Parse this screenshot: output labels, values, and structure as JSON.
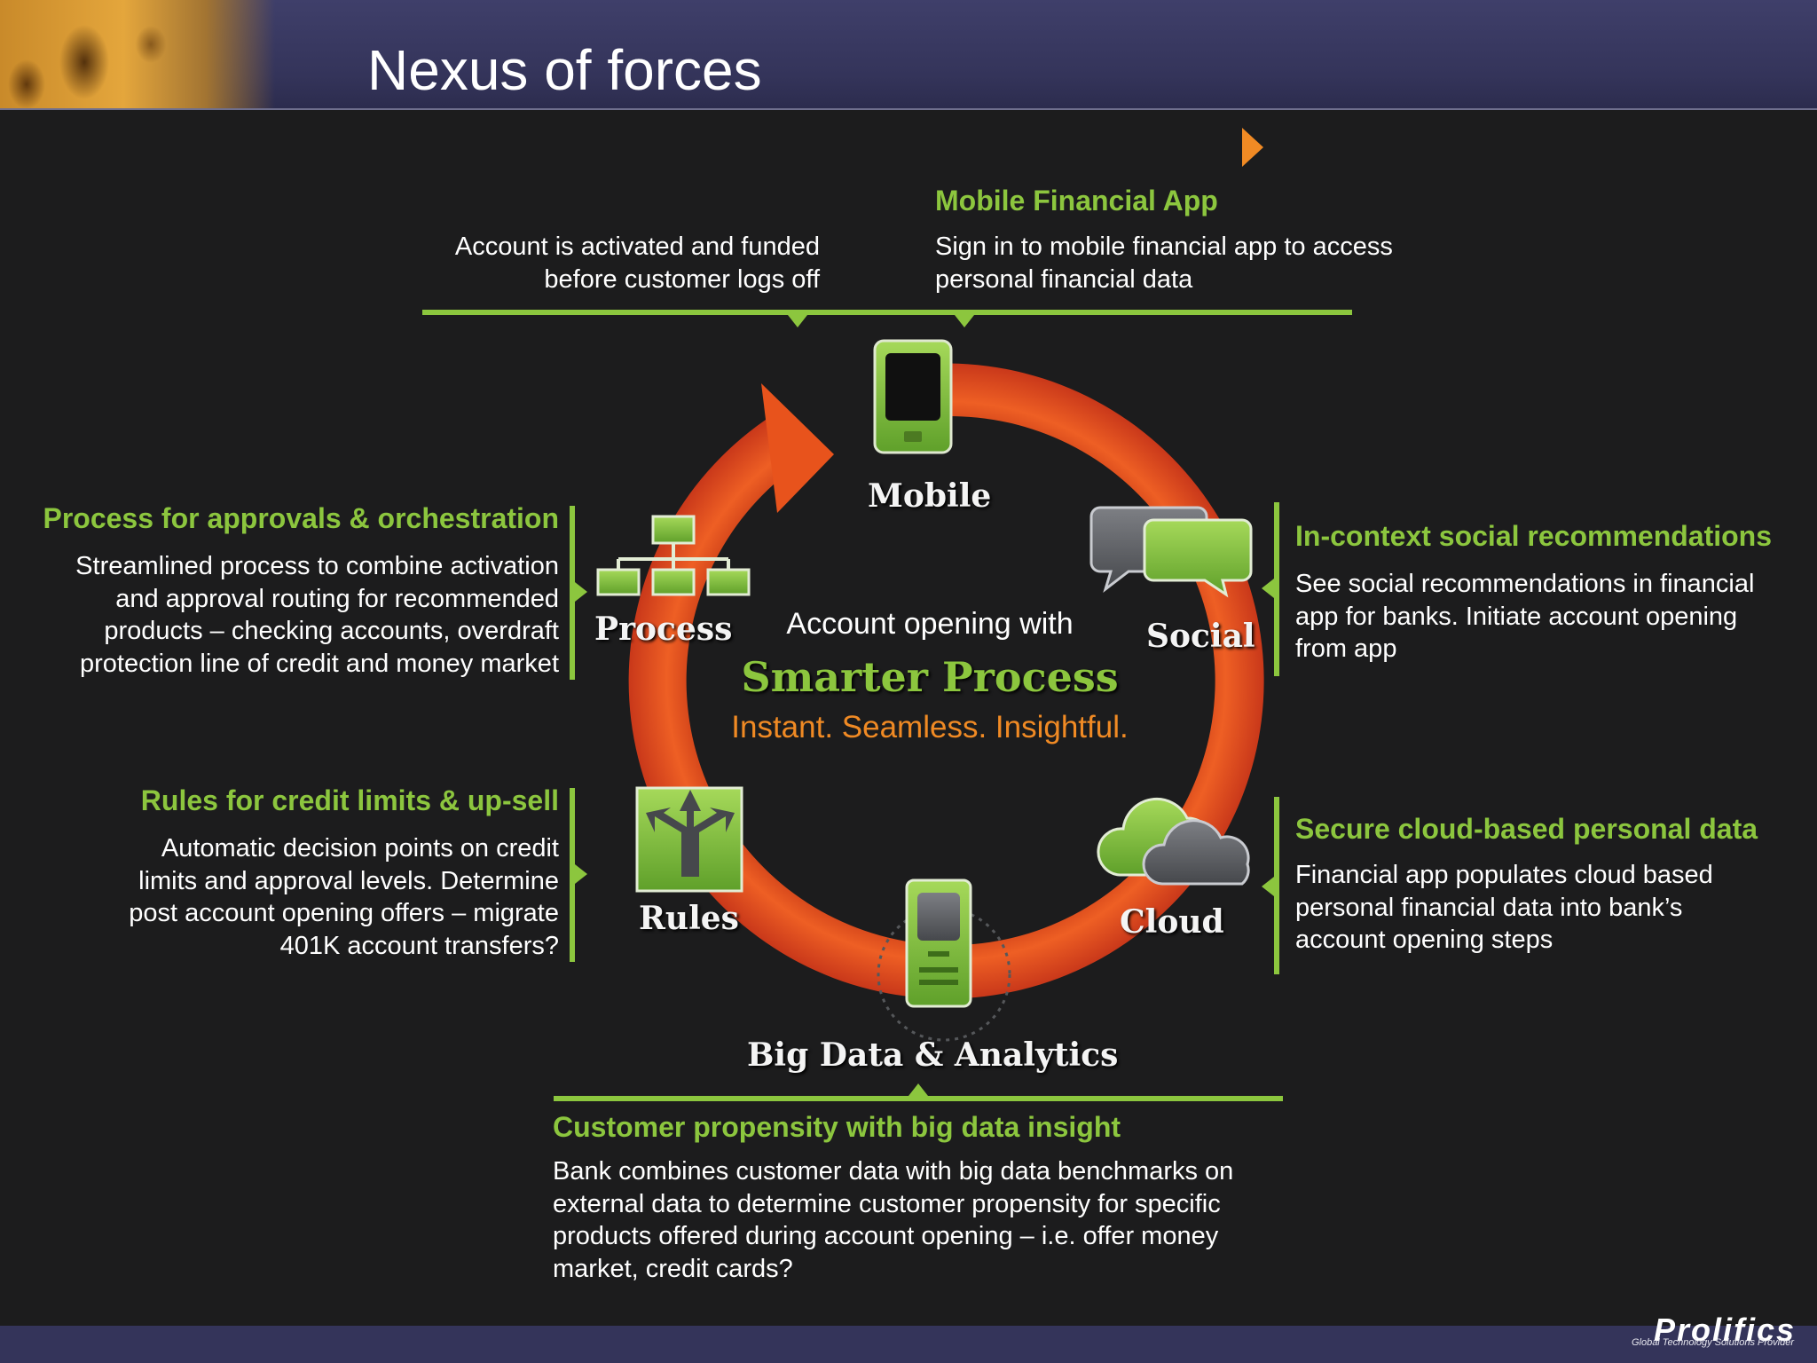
{
  "title": "Nexus of forces",
  "footer": {
    "logo": "Prolifics",
    "tagline": "Global Technology Solutions Provider"
  },
  "colors": {
    "accent_green": "#8cc63e",
    "ring_orange": "#e8531c",
    "header": "#3f3f6a",
    "background": "#1c1c1d"
  },
  "center": {
    "intro": "Account opening with",
    "main": "Smarter Process",
    "tagline": "Instant. Seamless. Insightful."
  },
  "nodes": [
    {
      "label": "Mobile",
      "icon": "mobile-phone-icon"
    },
    {
      "label": "Social",
      "icon": "speech-bubbles-icon"
    },
    {
      "label": "Cloud",
      "icon": "clouds-icon"
    },
    {
      "label": "Big Data & Analytics",
      "icon": "server-icon"
    },
    {
      "label": "Rules",
      "icon": "split-arrow-icon"
    },
    {
      "label": "Process",
      "icon": "org-chart-icon"
    }
  ],
  "callouts": {
    "top_left": {
      "body": [
        "Account is activated and funded",
        "before customer logs off"
      ]
    },
    "top_right": {
      "heading": "Mobile Financial App",
      "body": [
        "Sign in to mobile financial app to access",
        "personal financial data"
      ]
    },
    "process": {
      "heading": "Process for approvals & orchestration",
      "body": [
        "Streamlined process to combine activation",
        "and approval routing for recommended",
        "products – checking accounts, overdraft",
        "protection line of credit and money market"
      ]
    },
    "rules": {
      "heading": "Rules for credit limits & up-sell",
      "body": [
        "Automatic decision points on credit",
        "limits and approval levels. Determine",
        "post account opening offers – migrate",
        "401K account transfers?"
      ]
    },
    "social": {
      "heading": "In-context social recommendations",
      "body": [
        "See social recommendations in financial",
        "app for banks.  Initiate account opening",
        "from app"
      ]
    },
    "cloud": {
      "heading": "Secure cloud-based personal data",
      "body": [
        "Financial app populates cloud based",
        "personal financial data into bank’s",
        "account opening steps"
      ]
    },
    "bigdata": {
      "heading": "Customer propensity with big data insight",
      "body": [
        "Bank combines customer data with big data benchmarks on",
        "external data to determine customer propensity for specific",
        "products offered during account opening  – i.e. offer money",
        "market, credit cards?"
      ]
    }
  }
}
